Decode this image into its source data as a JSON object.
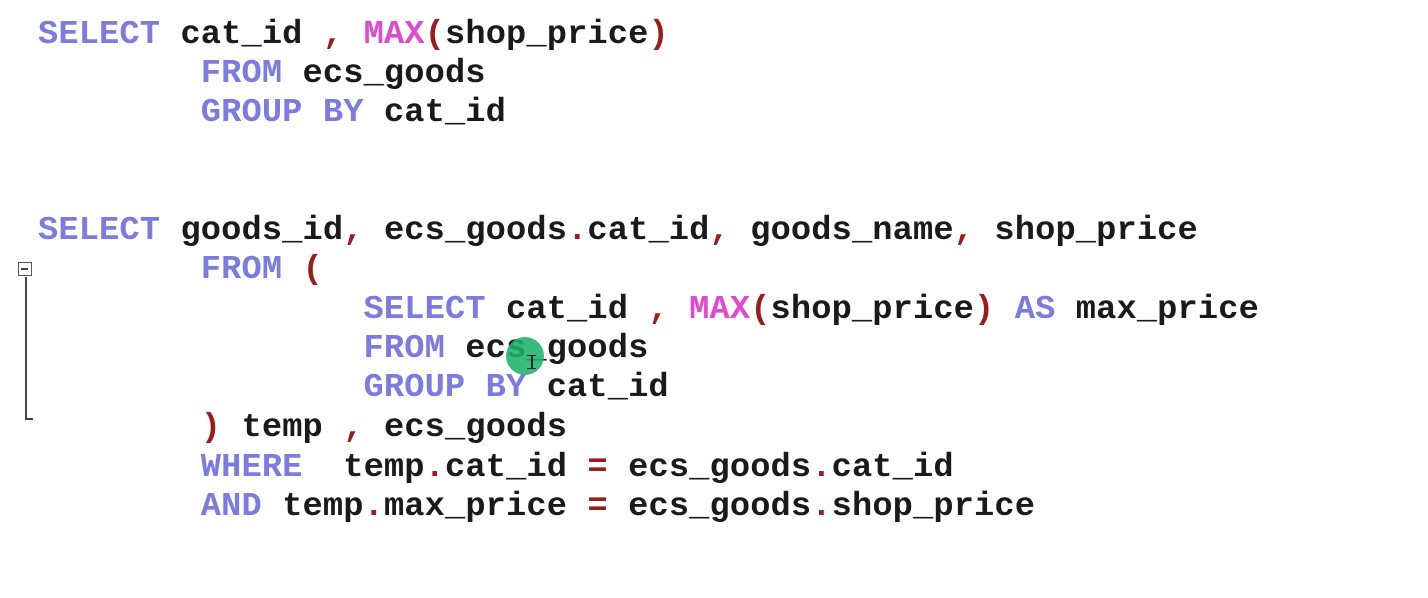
{
  "editor": {
    "colors": {
      "background": "#ffffff",
      "keyword": "#7b7be0",
      "function": "#e04ad0",
      "operator": "#9c1c1c",
      "identifier": "#1a1a1a",
      "cursor": "#1db36b"
    },
    "lines": [
      [
        {
          "t": "SELECT",
          "k": "kw"
        },
        {
          "t": " ",
          "k": "ws"
        },
        {
          "t": "cat_id",
          "k": "id"
        },
        {
          "t": " ",
          "k": "ws"
        },
        {
          "t": ",",
          "k": "op"
        },
        {
          "t": " ",
          "k": "ws"
        },
        {
          "t": "MAX",
          "k": "fn"
        },
        {
          "t": "(",
          "k": "op"
        },
        {
          "t": "shop_price",
          "k": "id"
        },
        {
          "t": ")",
          "k": "op"
        }
      ],
      [
        {
          "t": "        ",
          "k": "ws"
        },
        {
          "t": "FROM",
          "k": "kw"
        },
        {
          "t": " ",
          "k": "ws"
        },
        {
          "t": "ecs_goods",
          "k": "id"
        }
      ],
      [
        {
          "t": "        ",
          "k": "ws"
        },
        {
          "t": "GROUP BY",
          "k": "kw"
        },
        {
          "t": " ",
          "k": "ws"
        },
        {
          "t": "cat_id",
          "k": "id"
        }
      ],
      [],
      [],
      [
        {
          "t": "SELECT",
          "k": "kw"
        },
        {
          "t": " ",
          "k": "ws"
        },
        {
          "t": "goods_id",
          "k": "id"
        },
        {
          "t": ",",
          "k": "op"
        },
        {
          "t": " ",
          "k": "ws"
        },
        {
          "t": "ecs_goods",
          "k": "id"
        },
        {
          "t": ".",
          "k": "op"
        },
        {
          "t": "cat_id",
          "k": "id"
        },
        {
          "t": ",",
          "k": "op"
        },
        {
          "t": " ",
          "k": "ws"
        },
        {
          "t": "goods_name",
          "k": "id"
        },
        {
          "t": ",",
          "k": "op"
        },
        {
          "t": " ",
          "k": "ws"
        },
        {
          "t": "shop_price",
          "k": "id"
        }
      ],
      [
        {
          "t": "        ",
          "k": "ws"
        },
        {
          "t": "FROM",
          "k": "kw"
        },
        {
          "t": " ",
          "k": "ws"
        },
        {
          "t": "(",
          "k": "op"
        }
      ],
      [
        {
          "t": "                ",
          "k": "ws"
        },
        {
          "t": "SELECT",
          "k": "kw"
        },
        {
          "t": " ",
          "k": "ws"
        },
        {
          "t": "cat_id",
          "k": "id"
        },
        {
          "t": " ",
          "k": "ws"
        },
        {
          "t": ",",
          "k": "op"
        },
        {
          "t": " ",
          "k": "ws"
        },
        {
          "t": "MAX",
          "k": "fn"
        },
        {
          "t": "(",
          "k": "op"
        },
        {
          "t": "shop_price",
          "k": "id"
        },
        {
          "t": ")",
          "k": "op"
        },
        {
          "t": " ",
          "k": "ws"
        },
        {
          "t": "AS",
          "k": "kw"
        },
        {
          "t": " ",
          "k": "ws"
        },
        {
          "t": "max_price",
          "k": "id"
        }
      ],
      [
        {
          "t": "                ",
          "k": "ws"
        },
        {
          "t": "FROM",
          "k": "kw"
        },
        {
          "t": " ",
          "k": "ws"
        },
        {
          "t": "ecs_goods",
          "k": "id"
        }
      ],
      [
        {
          "t": "                ",
          "k": "ws"
        },
        {
          "t": "GROUP BY",
          "k": "kw"
        },
        {
          "t": " ",
          "k": "ws"
        },
        {
          "t": "cat_id",
          "k": "id"
        }
      ],
      [
        {
          "t": "        ",
          "k": "ws"
        },
        {
          "t": ")",
          "k": "op"
        },
        {
          "t": " ",
          "k": "ws"
        },
        {
          "t": "temp",
          "k": "id"
        },
        {
          "t": " ",
          "k": "ws"
        },
        {
          "t": ",",
          "k": "op"
        },
        {
          "t": " ",
          "k": "ws"
        },
        {
          "t": "ecs_goods",
          "k": "id"
        }
      ],
      [
        {
          "t": "        ",
          "k": "ws"
        },
        {
          "t": "WHERE",
          "k": "kw"
        },
        {
          "t": "  ",
          "k": "ws"
        },
        {
          "t": "temp",
          "k": "id"
        },
        {
          "t": ".",
          "k": "op"
        },
        {
          "t": "cat_id",
          "k": "id"
        },
        {
          "t": " ",
          "k": "ws"
        },
        {
          "t": "=",
          "k": "op"
        },
        {
          "t": " ",
          "k": "ws"
        },
        {
          "t": "ecs_goods",
          "k": "id"
        },
        {
          "t": ".",
          "k": "op"
        },
        {
          "t": "cat_id",
          "k": "id"
        }
      ],
      [
        {
          "t": "        ",
          "k": "ws"
        },
        {
          "t": "AND",
          "k": "kw"
        },
        {
          "t": " ",
          "k": "ws"
        },
        {
          "t": "temp",
          "k": "id"
        },
        {
          "t": ".",
          "k": "op"
        },
        {
          "t": "max_price",
          "k": "id"
        },
        {
          "t": " ",
          "k": "ws"
        },
        {
          "t": "=",
          "k": "op"
        },
        {
          "t": " ",
          "k": "ws"
        },
        {
          "t": "ecs_goods",
          "k": "id"
        },
        {
          "t": ".",
          "k": "op"
        },
        {
          "t": "shop_price",
          "k": "id"
        }
      ]
    ],
    "fold": {
      "icon": "collapse-minus-icon",
      "state": "expanded"
    },
    "cursor": {
      "icon": "mouse-pointer-highlight-icon",
      "caret_icon": "i-beam-caret-icon"
    }
  }
}
